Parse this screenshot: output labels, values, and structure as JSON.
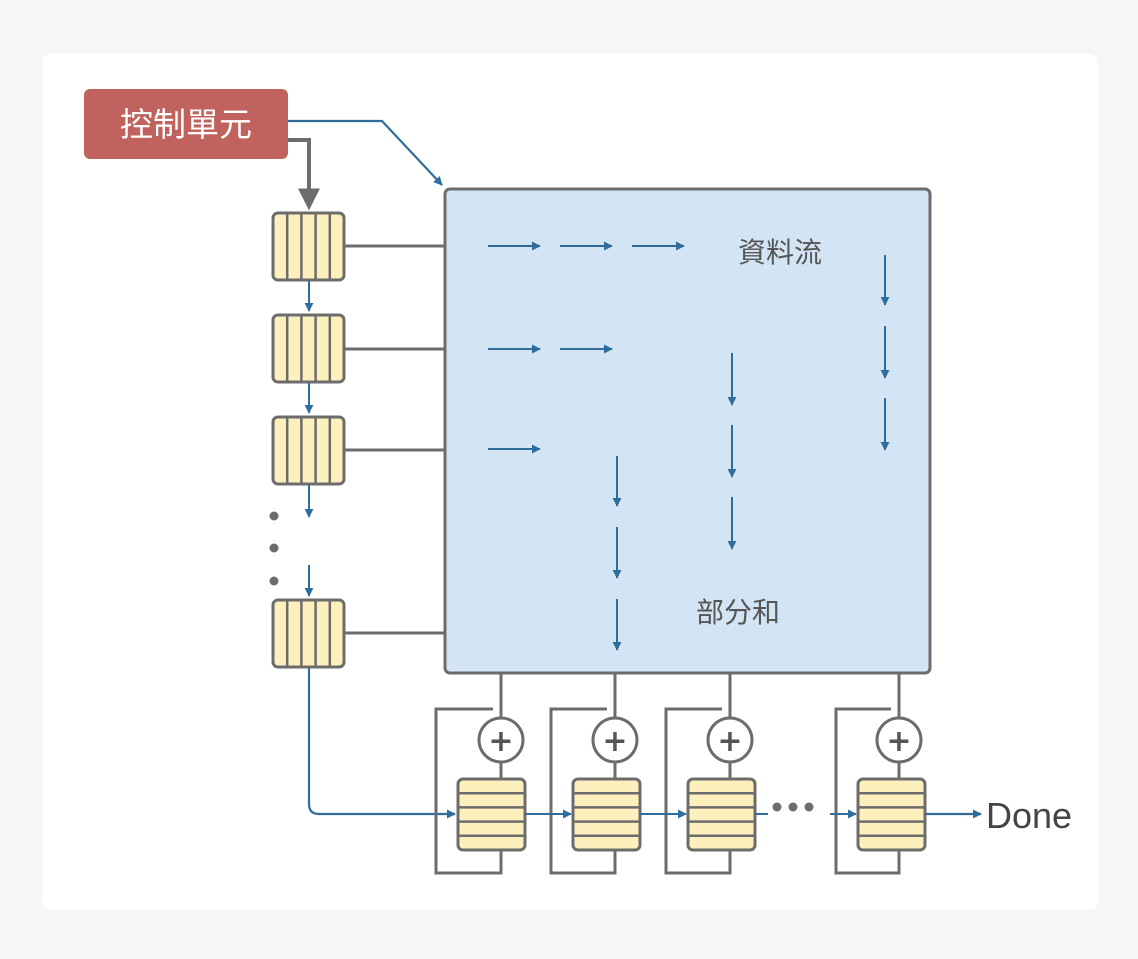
{
  "control_unit": {
    "label": "控制單元"
  },
  "array": {
    "dataflow_label": "資料流",
    "partial_sum_label": "部分和"
  },
  "accumulator": {
    "plus_symbol": "+"
  },
  "output": {
    "done_label": "Done"
  },
  "colors": {
    "background": "#f6f6f6",
    "card": "#ffffff",
    "control_fill": "#c0625d",
    "array_fill": "#d3e4f4",
    "buffer_fill": "#fdf0bd",
    "stroke_gray": "#6c6c6c",
    "flow_blue": "#2f6e9c"
  }
}
